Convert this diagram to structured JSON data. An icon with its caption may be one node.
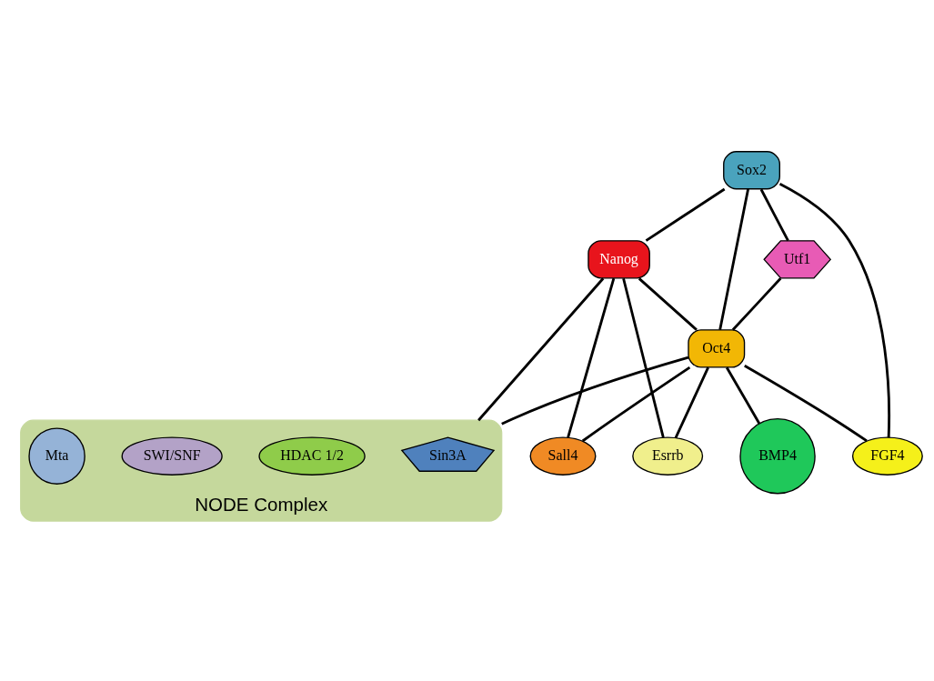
{
  "diagram": {
    "nodes": [
      {
        "text": [
          "Sox2"
        ]
      },
      {
        "text": [
          "Nanog"
        ]
      },
      {
        "text": [
          "Esrrb"
        ]
      },
      {
        "text": [
          "Utf1"
        ]
      },
      {
        "text": [
          "Oct4"
        ]
      },
      {
        "text": [
          "Sall4"
        ]
      },
      {
        "text": [
          "FGF4"
        ]
      },
      {
        "text": [
          "BMP4"
        ]
      },
      {
        "text": [
          "NODE Complex"
        ]
      },
      {
        "text": [
          "Sin3A"
        ],
        "in": 8
      },
      {
        "text": [
          "HDAC 1/2"
        ],
        "in": 8
      },
      {
        "text": [
          "SWI/SNF"
        ],
        "in": 8
      },
      {
        "text": [
          "Mta"
        ],
        "in": 8
      }
    ],
    "edges": [
      {
        "from": 0,
        "to": 1,
        "arrow": "none"
      },
      {
        "from": 0,
        "to": 4,
        "arrow": "none"
      },
      {
        "from": 0,
        "to": 6,
        "arrow": "none"
      },
      {
        "from": 0,
        "to": 3,
        "arrow": "none"
      },
      {
        "from": 1,
        "to": 4,
        "arrow": "none"
      },
      {
        "from": 1,
        "to": 2,
        "arrow": "none"
      },
      {
        "from": 1,
        "to": 5,
        "arrow": "none"
      },
      {
        "from": 1,
        "to": 8,
        "arrow": "none"
      },
      {
        "from": 4,
        "to": 2,
        "arrow": "none"
      },
      {
        "from": 4,
        "to": 5,
        "arrow": "none"
      },
      {
        "from": 4,
        "to": 8,
        "arrow": "none"
      },
      {
        "from": 3,
        "to": 4,
        "arrow": "none"
      },
      {
        "from": 4,
        "to": 6,
        "arrow": "none"
      },
      {
        "from": 4,
        "to": 7,
        "arrow": "none"
      }
    ]
  }
}
